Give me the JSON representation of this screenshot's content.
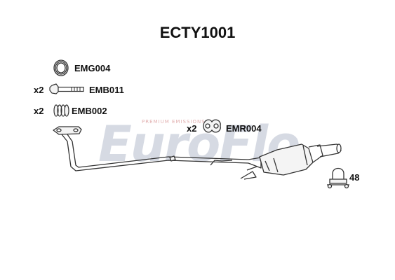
{
  "title": "ECTY1001",
  "watermark": {
    "brand": "EuroFlo",
    "tagline": "PREMIUM EMISSIONS"
  },
  "parts": [
    {
      "code": "EMG004",
      "qty": ""
    },
    {
      "code": "EMB011",
      "qty": "x2"
    },
    {
      "code": "EMB002",
      "qty": "x2"
    },
    {
      "code": "EMR004",
      "qty": "x2"
    },
    {
      "code": "48",
      "qty": ""
    }
  ],
  "icons": [
    "gasket-ring-icon",
    "bolt-icon",
    "spring-icon",
    "rubber-mount-icon",
    "u-clamp-icon"
  ],
  "colors": {
    "watermark": "#d9dde6",
    "watermark_accent": "#e6b8b8",
    "line": "#333333",
    "fill": "#f4f4f4"
  }
}
